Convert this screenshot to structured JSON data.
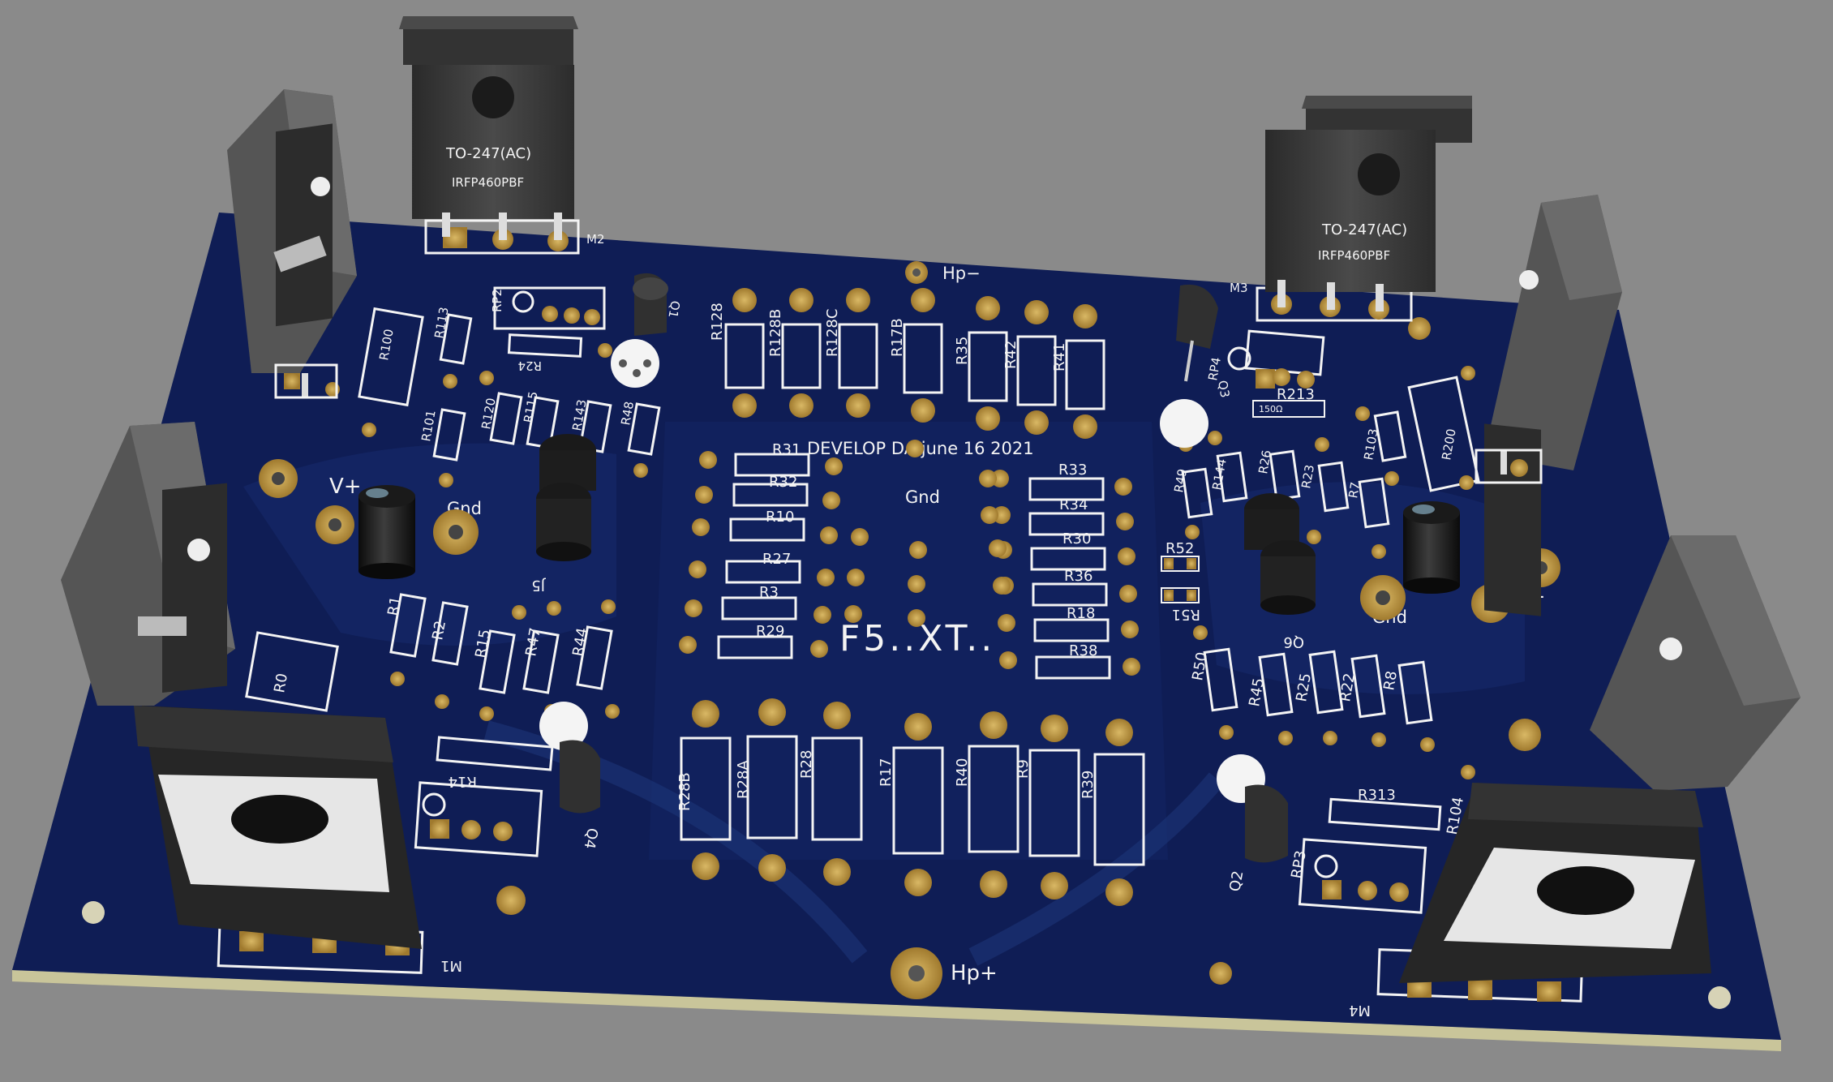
{
  "board": {
    "title_line": "DEVELOP DA june 16 2021",
    "project_name": "F5..XT..",
    "colors": {
      "background": "#8a8a8a",
      "board": "#0f1d55",
      "board_edge": "#c9c59a",
      "pad": "#b38a3a",
      "silkscreen": "#f4f4f4",
      "component_body": "#3a3a3a"
    }
  },
  "power_labels": {
    "hp_minus": "Hp−",
    "hp_plus": "Hp+",
    "v_plus": "V+",
    "v_minus": "V−",
    "gnd_left": "Gnd",
    "gnd_center": "Gnd",
    "gnd_right": "Gnd"
  },
  "mosfets": {
    "package_label": "TO-247(AC)",
    "part_label": "IRFP460PBF",
    "m1": "M1",
    "m2": "M2",
    "m3": "M3",
    "m4": "M4"
  },
  "center_resistors_vertical_top": [
    "R128",
    "R128B",
    "R128C",
    "R17B",
    "R35",
    "R42",
    "R41"
  ],
  "center_resistors_horizontal_left": [
    "R31",
    "R32",
    "R10",
    "R27",
    "R3",
    "R29"
  ],
  "center_resistors_horizontal_right": [
    "R33",
    "R34",
    "R30",
    "R36",
    "R18",
    "R38"
  ],
  "center_resistors_vertical_bottom": [
    "R28B",
    "R28A",
    "R28",
    "R17",
    "R40",
    "R9",
    "R39"
  ],
  "left_section": {
    "r100": "R100",
    "r113": "R113",
    "rp2": "RP2",
    "r24": "R24",
    "q1": "Q1",
    "r101": "R101",
    "r120": "R120",
    "r115": "R115",
    "r143": "R143",
    "r48": "R48",
    "j5": "J5",
    "r1": "R1",
    "r2": "R2",
    "r15": "R15",
    "r47": "R47",
    "r44": "R44",
    "r0": "R0",
    "r14": "R14",
    "q4": "Q4"
  },
  "right_section": {
    "rp4": "RP4",
    "q3": "Q3",
    "r213": "R213",
    "r213_value": "150Ω",
    "r103": "R103",
    "r200": "R200",
    "r49": "R49",
    "r144": "R144",
    "r26": "R26",
    "r23": "R23",
    "r7": "R7",
    "r52": "R52",
    "r51": "R51",
    "q6": "Q6",
    "r50": "R50",
    "r45": "R45",
    "r25": "R25",
    "r22": "R22",
    "r8": "R8",
    "r313": "R313",
    "r104": "R104",
    "rp3": "RP3",
    "q2": "Q2"
  }
}
